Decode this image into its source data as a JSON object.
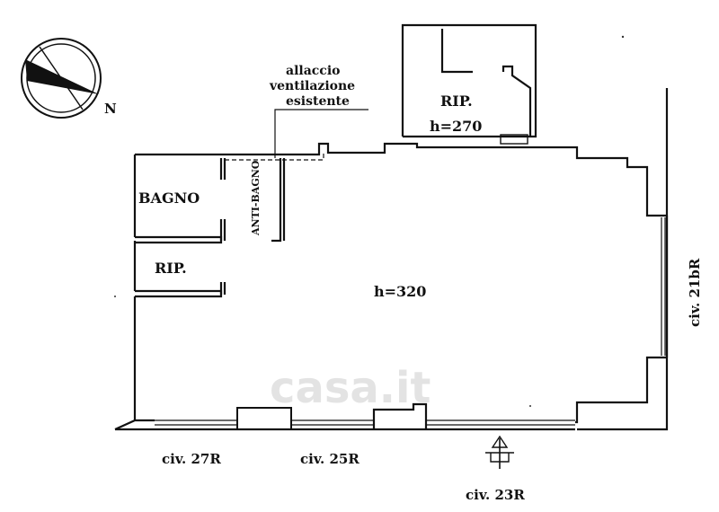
{
  "compass": {
    "north_label": "N",
    "icon": "north-arrow-icon"
  },
  "labels": {
    "ventilation": [
      "allaccio",
      "ventilazione",
      "esistente"
    ],
    "storage_top": "RIP.",
    "storage_top_height": "h=270",
    "bathroom": "BAGNO",
    "antibath": "ANTI-BAGNO",
    "storage_left": "RIP.",
    "main_height": "h=320",
    "street_right": "civ. 21bR",
    "street_bottom_1": "civ. 27R",
    "street_bottom_2": "civ. 25R",
    "street_bottom_3": "civ. 23R"
  },
  "watermark": "casa.it",
  "entrance_marker_icon": "entrance-arrow-icon"
}
